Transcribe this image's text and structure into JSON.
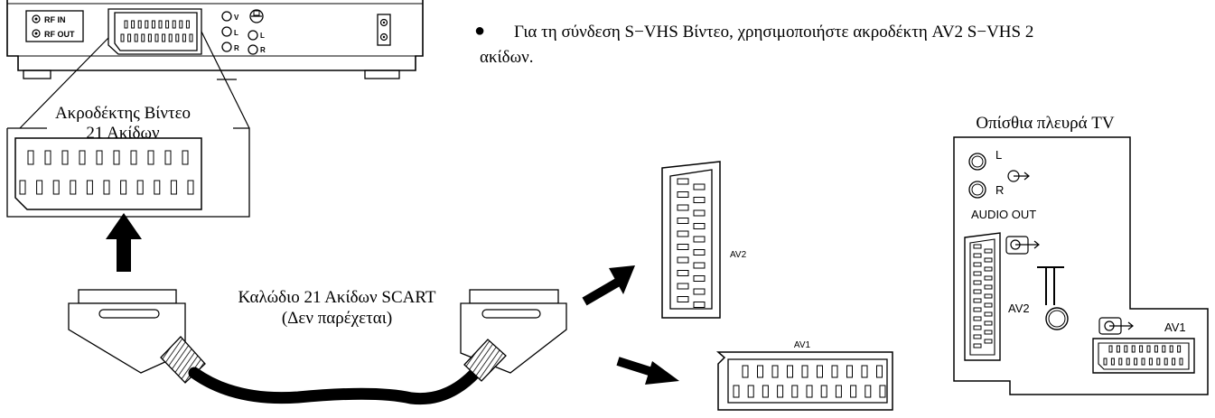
{
  "vcr_panel": {
    "rf_in": "RF IN",
    "rf_out": "RF OUT",
    "jack_v": "V",
    "jack_l": "L",
    "jack_r": "R",
    "jack_l2": "L",
    "jack_r2": "R"
  },
  "instruction": {
    "bullet_line1": "Για τη σύνδεση S−VHS Βίντεο, χρησιμοποιήστε ακροδέκτη AV2 S−VHS 2",
    "bullet_line2": "ακίδων."
  },
  "vcr_connector": {
    "label_line1": "Ακροδέκτης Βίντεο",
    "label_line2": "21 Ακίδων"
  },
  "cable": {
    "label_line1": "Καλώδιο 21 Ακίδων SCART",
    "label_line2": "(Δεν παρέχεται)"
  },
  "tv_connectors": {
    "av2": "AV2",
    "av1": "AV1"
  },
  "tv_back": {
    "title": "Οπίσθια πλευρά TV",
    "audio_l": "L",
    "audio_r": "R",
    "audio_out": "AUDIO OUT",
    "av2": "AV2",
    "av1": "AV1"
  }
}
